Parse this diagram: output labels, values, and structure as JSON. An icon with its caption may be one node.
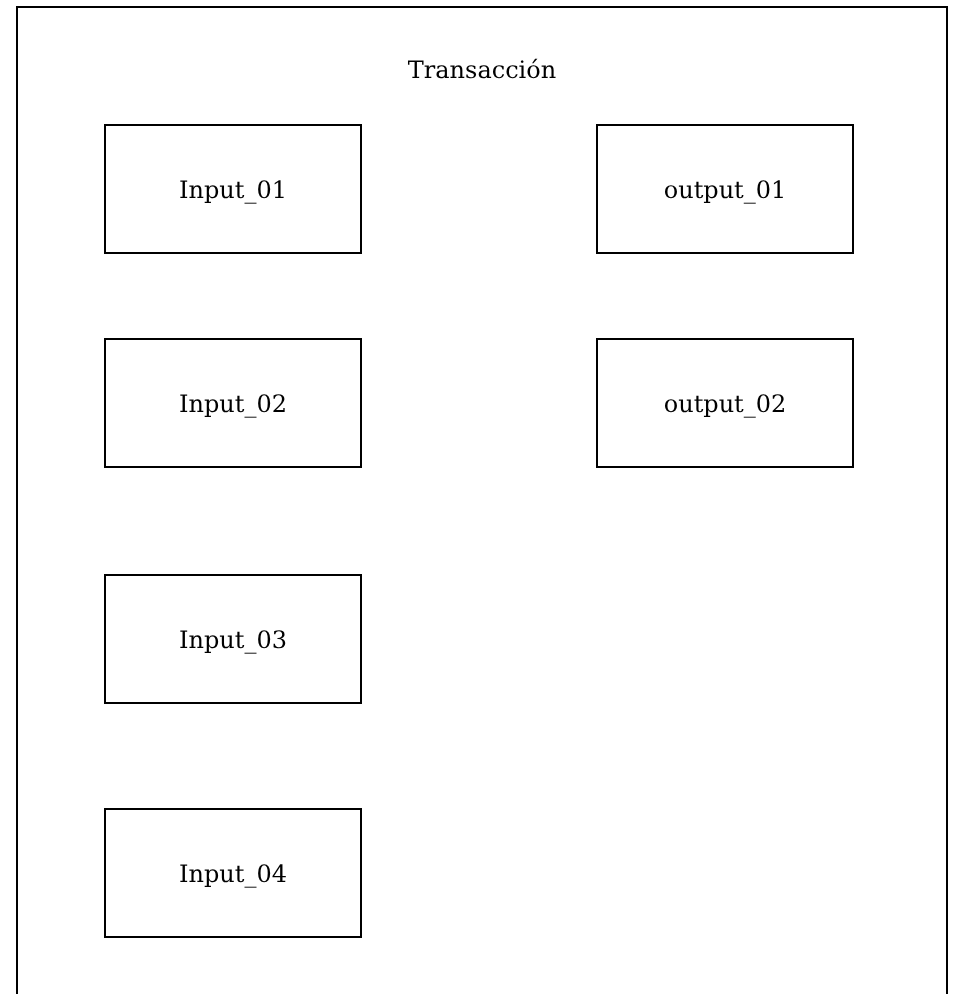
{
  "diagram": {
    "nodes": [
      {
        "text": [
          "Transacción"
        ]
      },
      {
        "text": [
          "Input_01"
        ],
        "in": 0
      },
      {
        "text": [
          "output_01"
        ],
        "in": 0
      },
      {
        "text": [
          "Input_02"
        ],
        "in": 0
      },
      {
        "text": [
          "output_02"
        ],
        "in": 0
      },
      {
        "text": [
          "Input_03"
        ],
        "in": 0
      },
      {
        "text": [
          "Input_04"
        ],
        "in": 0
      }
    ]
  }
}
